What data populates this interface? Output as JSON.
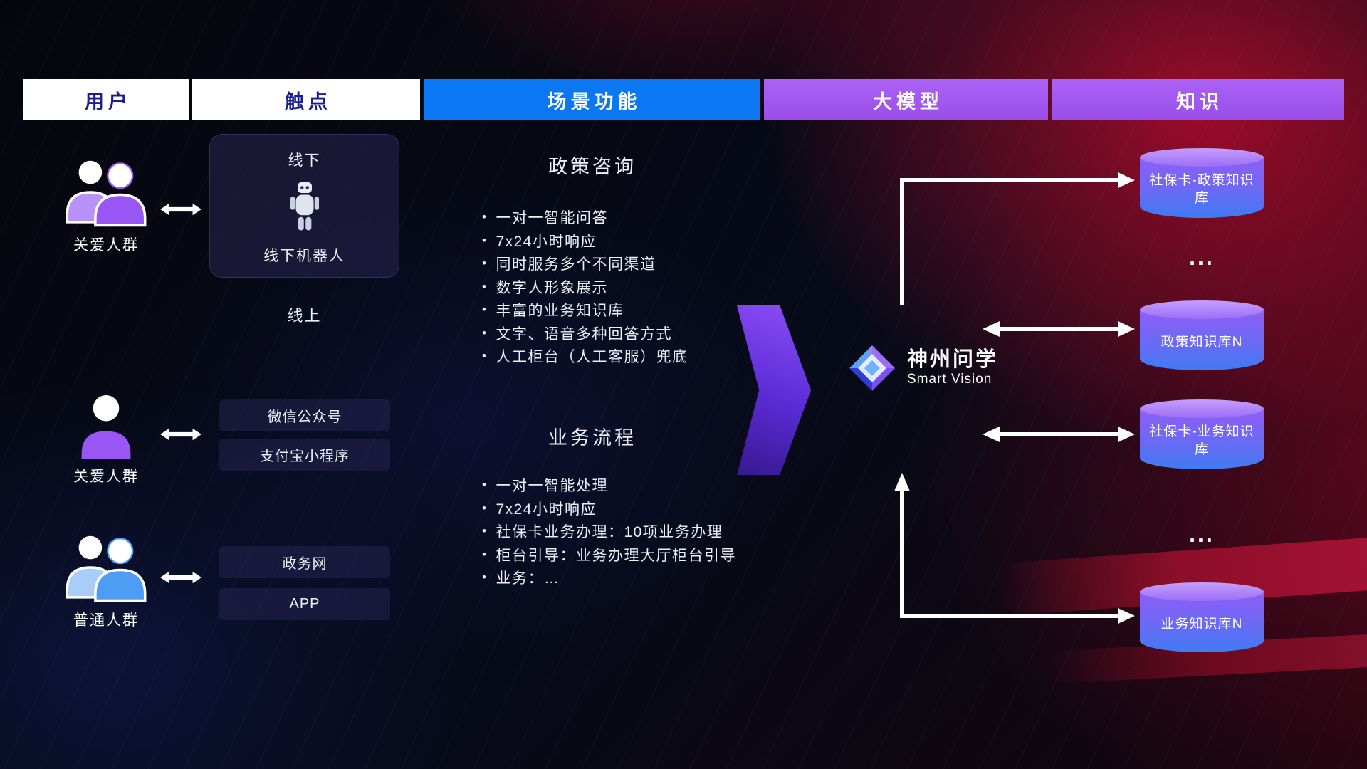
{
  "colors": {
    "header_white": "#ffffff",
    "header_text_navy": "#1a1f8f",
    "header_blue": "#0b77f2",
    "header_purple": "#a158f0",
    "user_purple": "#9a55f5",
    "user_blue": "#4d9df5",
    "flow_arrow_purple": "#6d3df0",
    "db_top_purple": "#b385fa",
    "db_body_blue": "#3f7bf2",
    "connector_white": "#ffffff",
    "bg_red_glow": "#a00a28"
  },
  "headers": {
    "users": "用户",
    "touchpoints": "触点",
    "scenarios": "场景功能",
    "model": "大模型",
    "knowledge": "知识"
  },
  "users": [
    {
      "label": "关爱人群"
    },
    {
      "label": "关爱人群"
    },
    {
      "label": "普通人群"
    }
  ],
  "touchpoints": {
    "offline_title": "线下",
    "offline_robot": "线下机器人",
    "online_title": "线上",
    "items": [
      "微信公众号",
      "支付宝小程序",
      "政务网",
      "APP"
    ]
  },
  "scenarios": [
    {
      "title": "政策咨询",
      "items": [
        "一对一智能问答",
        "7x24小时响应",
        "同时服务多个不同渠道",
        "数字人形象展示",
        "丰富的业务知识库",
        "文字、语音多种回答方式",
        "人工柜台（人工客服）兜底"
      ]
    },
    {
      "title": "业务流程",
      "items": [
        "一对一智能处理",
        "7x24小时响应",
        "社保卡业务办理：10项业务办理",
        "柜台引导：业务办理大厅柜台引导",
        "业务：…"
      ]
    }
  ],
  "model": {
    "name": "神州问学",
    "subtitle": "Smart Vision"
  },
  "knowledge": {
    "dbs": [
      "社保卡-政策知识库",
      "政策知识库N",
      "社保卡-业务知识库",
      "业务知识库N"
    ],
    "dots": "..."
  }
}
